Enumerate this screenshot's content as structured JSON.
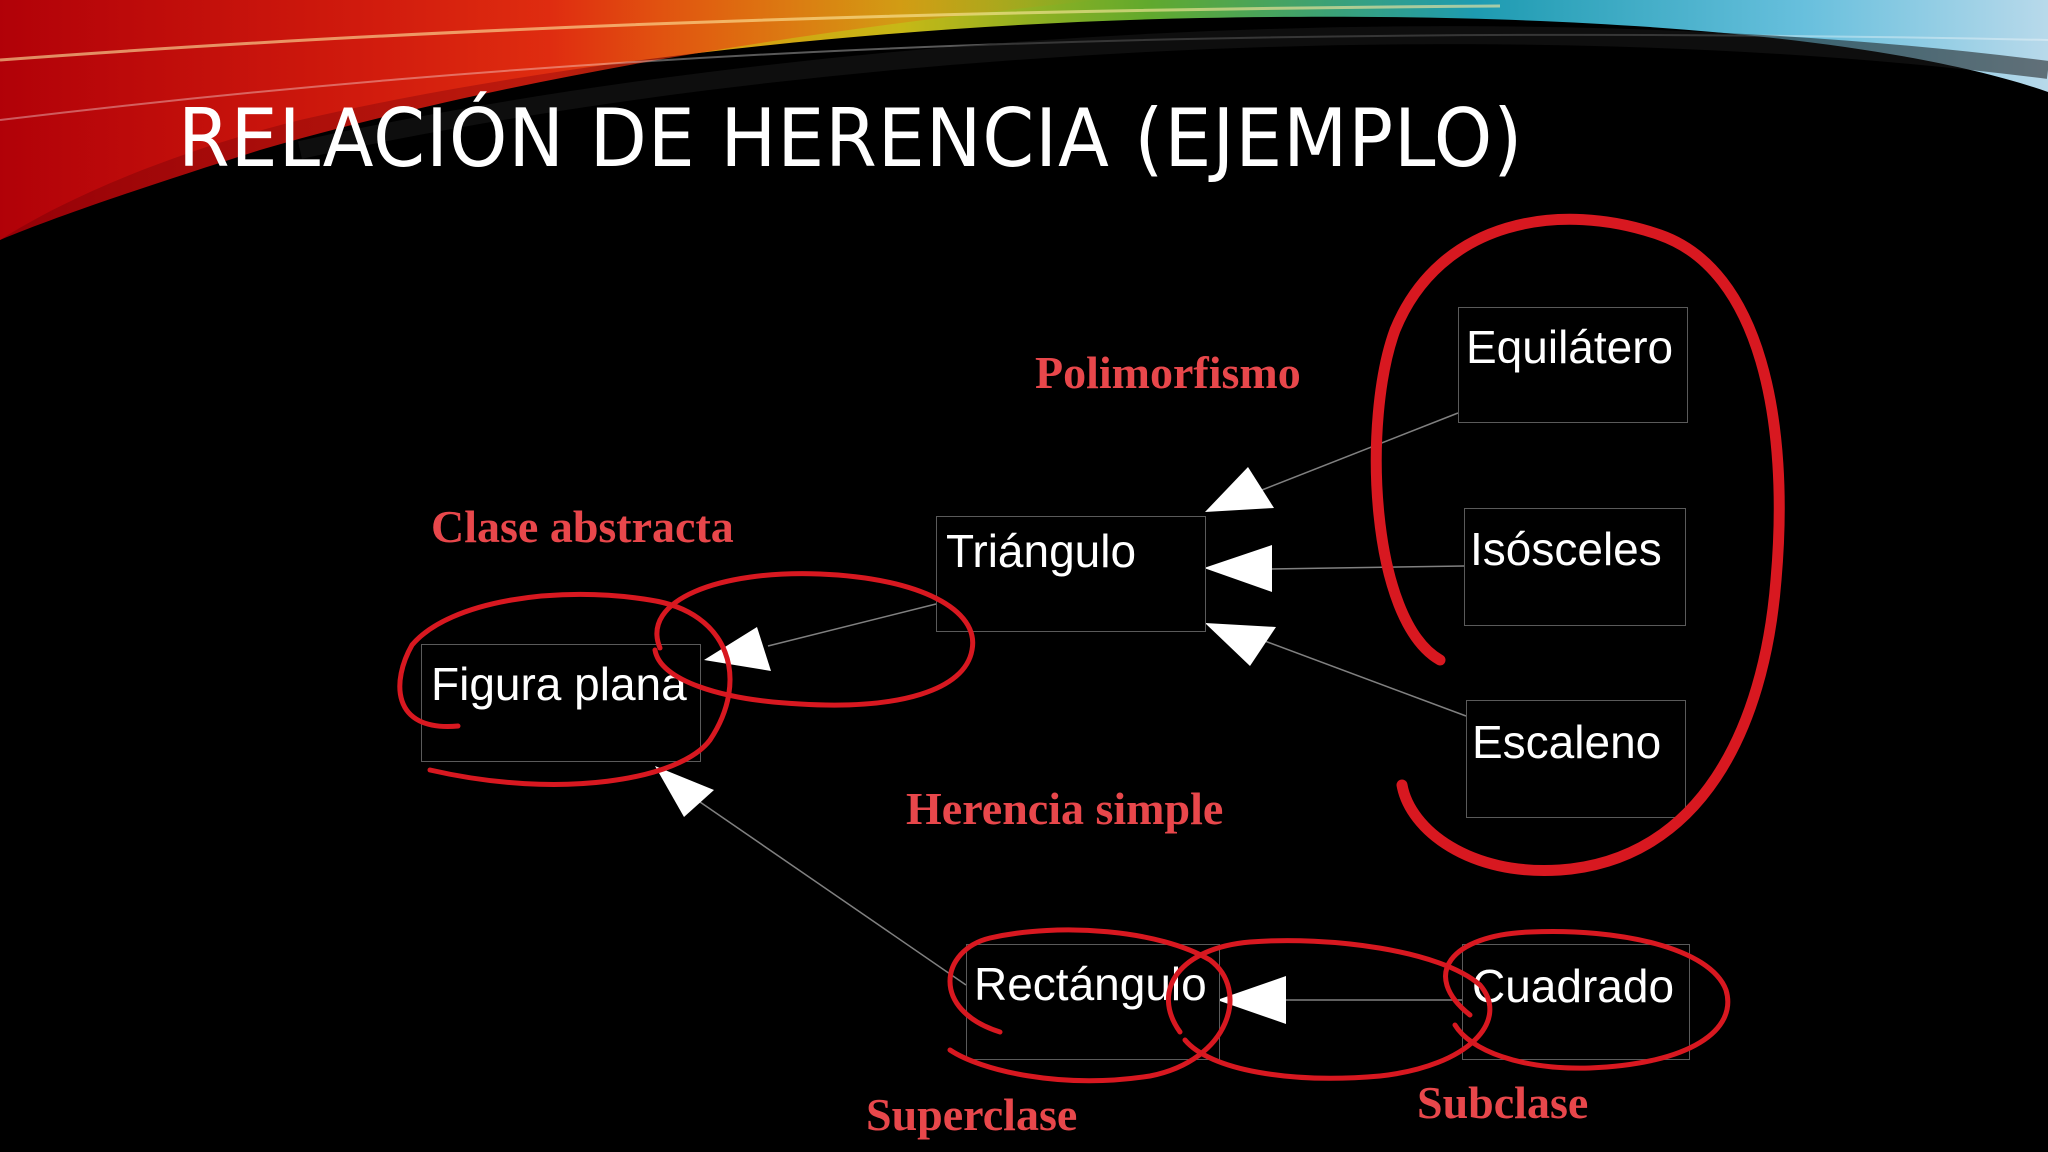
{
  "slide": {
    "title": "RELACIÓN DE HERENCIA (EJEMPLO)"
  },
  "diagram": {
    "nodes": [
      {
        "id": "figura",
        "label": "Figura plana"
      },
      {
        "id": "triangulo",
        "label": "Triángulo"
      },
      {
        "id": "equilatero",
        "label": "Equilátero"
      },
      {
        "id": "isosceles",
        "label": "Isósceles"
      },
      {
        "id": "escaleno",
        "label": "Escaleno"
      },
      {
        "id": "rectangulo",
        "label": "Rectángulo"
      },
      {
        "id": "cuadrado",
        "label": "Cuadrado"
      }
    ],
    "annotations": {
      "polimorfismo": "Polimorfismo",
      "clase_abstracta": "Clase abstracta",
      "herencia_simple": "Herencia simple",
      "superclase": "Superclase",
      "subclase": "Subclase"
    },
    "colors": {
      "annotation": "#e8474b",
      "marker": "#d81820",
      "connector": "#808080",
      "node_border": "#5a5a5a",
      "text": "#ffffff",
      "background": "#000000"
    }
  }
}
